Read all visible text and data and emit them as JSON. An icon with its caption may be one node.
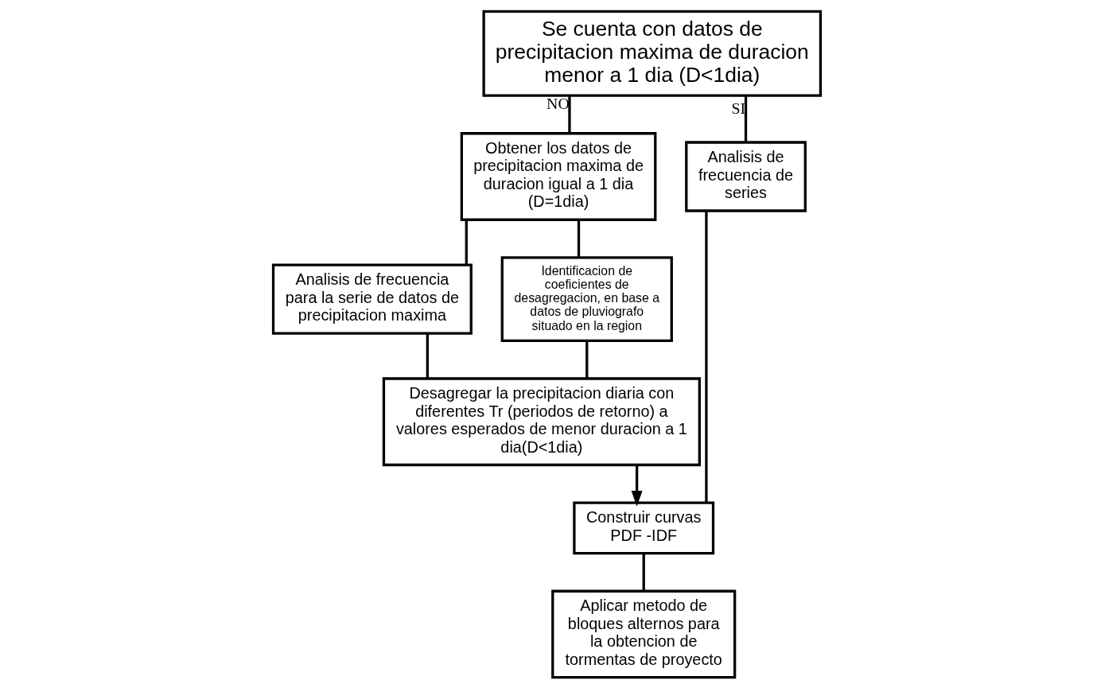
{
  "diagram": {
    "nodes": [
      {
        "text": [
          "Se cuenta con datos de precipitacion maxima de duracion menor a 1 dia (D<1dia)"
        ]
      },
      {
        "text": [
          "Obtener los datos de precipitacion maxima de duracion igual a 1 dia (D=1dia)"
        ]
      },
      {
        "text": [
          "Analisis de frecuencia de series"
        ]
      },
      {
        "text": [
          "Analisis de frecuencia para la serie de datos de precipitacion maxima"
        ]
      },
      {
        "text": [
          "Identificacion de coeficientes de desagregacion, en base a datos de pluviografo situado en la region"
        ]
      },
      {
        "text": [
          "Desagregar la precipitacion diaria con diferentes Tr (periodos de retorno) a valores esperados de menor duracion a 1 dia(D<1dia)"
        ]
      },
      {
        "text": [
          "Construir curvas PDF -IDF"
        ]
      },
      {
        "text": [
          "Aplicar metodo de bloques alternos para la obtencion de tormentas de proyecto"
        ]
      }
    ],
    "edges": [
      {
        "from": 0,
        "to": 1,
        "arrow": "none",
        "label": "NO"
      },
      {
        "from": 0,
        "to": 2,
        "arrow": "none",
        "label": "SI"
      },
      {
        "from": 1,
        "to": 3,
        "arrow": "none"
      },
      {
        "from": 1,
        "to": 4,
        "arrow": "none"
      },
      {
        "from": 3,
        "to": 5,
        "arrow": "none"
      },
      {
        "from": 4,
        "to": 5,
        "arrow": "none"
      },
      {
        "from": 5,
        "to": 6,
        "arrow": "to"
      },
      {
        "from": 2,
        "to": 6,
        "arrow": "none"
      },
      {
        "from": 6,
        "to": 7,
        "arrow": "none"
      }
    ]
  }
}
